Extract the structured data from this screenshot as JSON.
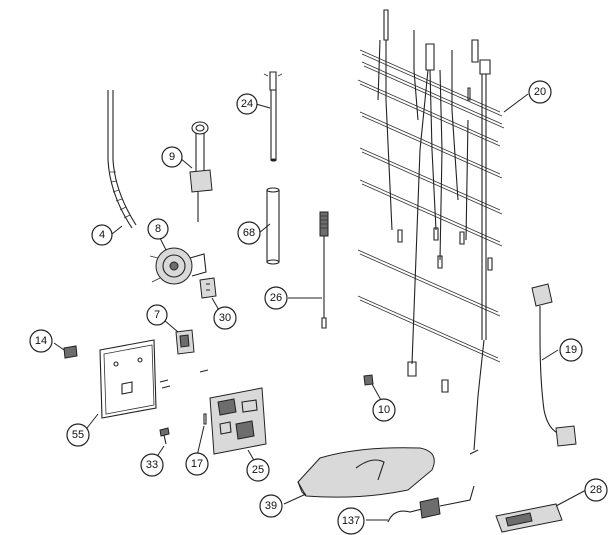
{
  "callouts": [
    {
      "id": "c24",
      "label": "24"
    },
    {
      "id": "c9",
      "label": "9"
    },
    {
      "id": "c4",
      "label": "4"
    },
    {
      "id": "c8",
      "label": "8"
    },
    {
      "id": "c68",
      "label": "68"
    },
    {
      "id": "c26",
      "label": "26"
    },
    {
      "id": "c30",
      "label": "30"
    },
    {
      "id": "c7",
      "label": "7"
    },
    {
      "id": "c14",
      "label": "14"
    },
    {
      "id": "c55",
      "label": "55"
    },
    {
      "id": "c33",
      "label": "33"
    },
    {
      "id": "c17",
      "label": "17"
    },
    {
      "id": "c25",
      "label": "25"
    },
    {
      "id": "c10",
      "label": "10"
    },
    {
      "id": "c20",
      "label": "20"
    },
    {
      "id": "c19",
      "label": "19"
    },
    {
      "id": "c39",
      "label": "39"
    },
    {
      "id": "c137",
      "label": "137"
    },
    {
      "id": "c28",
      "label": "28"
    }
  ]
}
